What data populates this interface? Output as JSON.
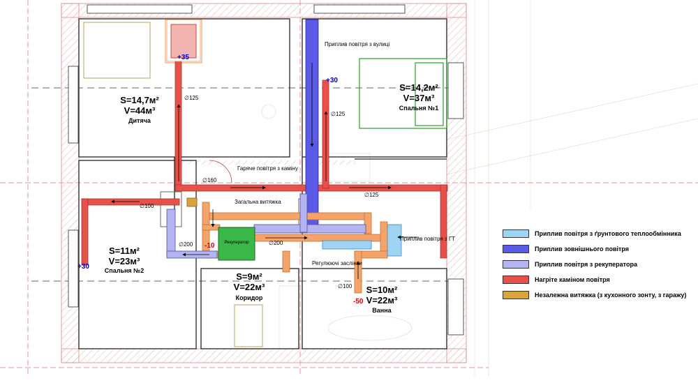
{
  "rooms": [
    {
      "id": "dytiacha",
      "area": "S=14,7м²",
      "volume": "V=44м³",
      "name": "Дитяча"
    },
    {
      "id": "spalnia1",
      "area": "S=14,2м²",
      "volume": "V=37м³",
      "name": "Спальня №1"
    },
    {
      "id": "spalnia2",
      "area": "S=11м²",
      "volume": "V=23м³",
      "name": "Спальня №2"
    },
    {
      "id": "korydor",
      "area": "S=9м²",
      "volume": "V=22м³",
      "name": "Коридор"
    },
    {
      "id": "vanna",
      "area": "S=10м²",
      "volume": "V=22м³",
      "name": "Ванна"
    }
  ],
  "annotations": {
    "street_air": "Приплив повітря з вулиці",
    "hot_air": "Гаряче повітря з каміну",
    "common_exhaust": "Загальна витяжка",
    "recuperator": "Рекуператор",
    "gt_supply": "Приплив повітря з ГТ",
    "valves": "Регулюючі заслінки"
  },
  "diameters": {
    "d125_a": "∅125",
    "d125_b": "∅125",
    "d125_c": "∅125",
    "d160": "∅160",
    "d100_a": "∅100",
    "d100_b": "∅100",
    "d200_a": "∅200",
    "d200_b": "∅200"
  },
  "flows": {
    "dytiacha": "+35",
    "spalnia1": "+30",
    "spalnia2": "+30",
    "recup": "-10",
    "vanna": "-50"
  },
  "legend": [
    {
      "label": "Приплив повітря з ґрунтового теплообмінника",
      "color": "#9fd3f2"
    },
    {
      "label": "Приплив зовнішнього повітря",
      "color": "#5a5ae6"
    },
    {
      "label": "Приплив повітря з рекуператора",
      "color": "#b4b4f0"
    },
    {
      "label": "Нагріте каміном повітря",
      "color": "#e8504a"
    },
    {
      "label": "Незалежна витяжка (з кухонного зонту, з гаражу)",
      "color": "#d9a43a"
    }
  ],
  "colors": {
    "ground_hx": "#9fd3f2",
    "outside_air": "#5a5ae6",
    "recup_air": "#b4b4f0",
    "fireplace_air": "#e8504a",
    "exhaust": "#f4a46b",
    "independent_exhaust": "#d9a43a",
    "recuperator_box": "#3cb84a"
  }
}
